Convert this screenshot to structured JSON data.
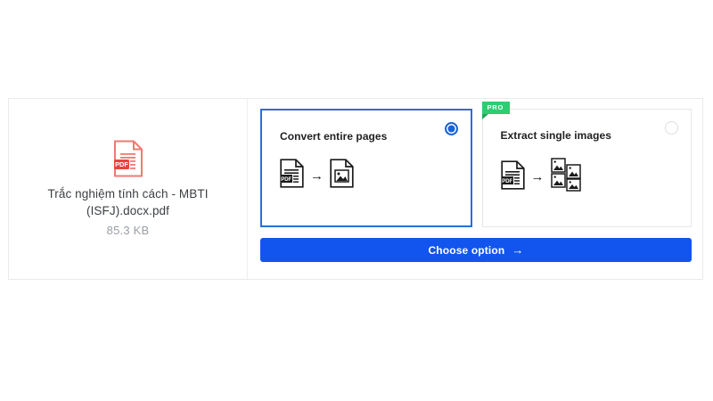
{
  "file": {
    "icon": "pdf-file-icon",
    "icon_label": "PDF",
    "name": "Trắc nghiệm tính cách - MBTI (ISFJ).docx.pdf",
    "size": "85.3 KB"
  },
  "options": [
    {
      "id": "convert-entire-pages",
      "title": "Convert entire pages",
      "selected": true,
      "badge": null,
      "icons": [
        "pdf-document-icon",
        "arrow-right-icon",
        "image-document-icon"
      ]
    },
    {
      "id": "extract-single-images",
      "title": "Extract single images",
      "selected": false,
      "badge": "PRO",
      "icons": [
        "pdf-document-icon",
        "arrow-right-icon",
        "multiple-images-icon"
      ]
    }
  ],
  "button": {
    "label": "Choose option",
    "arrow": "→"
  },
  "annotations": [
    {
      "name": "arrow-to-option-card",
      "color": "#d4281c"
    },
    {
      "name": "arrow-to-choose-button",
      "color": "#d4281c"
    }
  ],
  "colors": {
    "accent_blue": "#1155ee",
    "selected_border": "#2b6fd4",
    "pro_green": "#2fcc71",
    "pdf_red": "#e8433a",
    "annotation_red": "#d4281c"
  }
}
